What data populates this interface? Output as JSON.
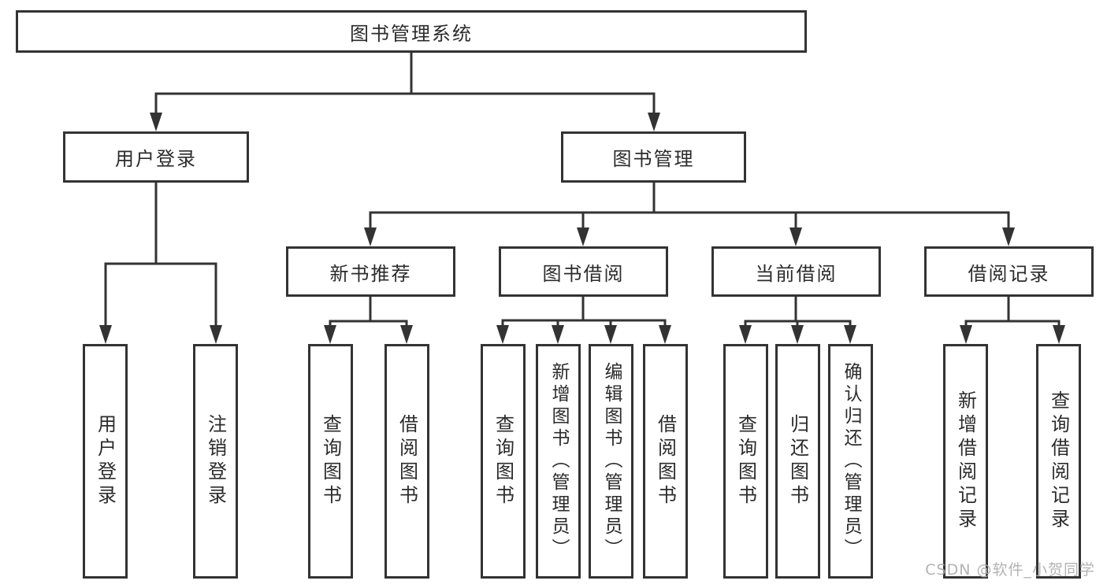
{
  "diagram": {
    "title": "图书管理系统",
    "nodes": {
      "root": "图书管理系统",
      "user_login": "用户登录",
      "book_mgmt": "图书管理",
      "new_book_rec": "新书推荐",
      "book_borrow": "图书借阅",
      "current_borrow": "当前借阅",
      "borrow_records": "借阅记录",
      "leaf_user_login": "用户登录",
      "leaf_logout": "注销登录",
      "leaf_query_books_a": "查询图书",
      "leaf_borrow_books_a": "借阅图书",
      "leaf_query_books_b": "查询图书",
      "leaf_add_book_admin": "新增图书（管理员）",
      "leaf_edit_book_admin": "编辑图书（管理员）",
      "leaf_borrow_books_b": "借阅图书",
      "leaf_query_books_c": "查询图书",
      "leaf_return_books": "归还图书",
      "leaf_confirm_return_admin": "确认归还（管理员）",
      "leaf_add_borrow_record": "新增借阅记录",
      "leaf_query_borrow_record": "查询借阅记录"
    },
    "colors": {
      "line": "#333333",
      "text": "#2b2b2b",
      "background": "#ffffff",
      "watermark": "#acacac"
    }
  },
  "watermark": {
    "text": "CSDN @软件_小贺同学"
  }
}
